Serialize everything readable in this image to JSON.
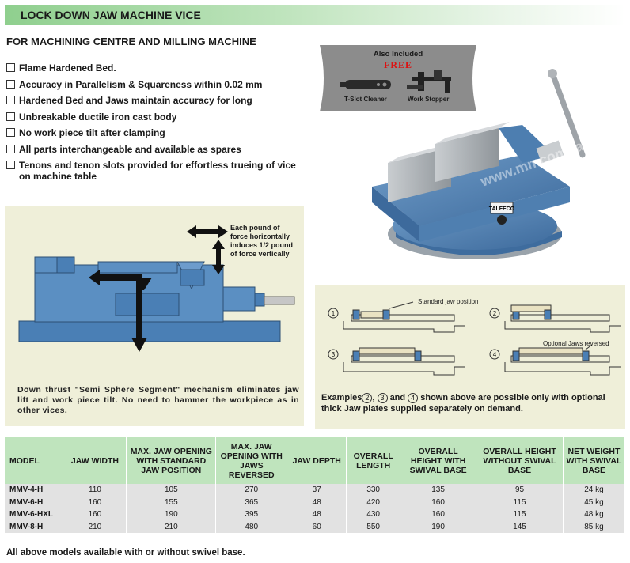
{
  "header": {
    "title": "LOCK DOWN JAW MACHINE VICE"
  },
  "subtitle": "FOR MACHINING CENTRE AND MILLING MACHINE",
  "features": [
    "Flame Hardened Bed.",
    "Accuracy in Parallelism & Squareness within 0.02 mm",
    "Hardened Bed and Jaws maintain accuracy for long",
    "Unbreakable ductile iron cast body",
    "No work piece tilt after clamping",
    "All parts interchangeable and available as spares",
    "Tenons and tenon slots provided for effortless trueing of vice on machine table"
  ],
  "free_banner": {
    "title": "Also Included",
    "free": "FREE",
    "item1": "T-Slot Cleaner",
    "item2": "Work Stopper"
  },
  "product_photo": {
    "brand_plate": "TALFECO",
    "watermark": "www.mmcompany.in"
  },
  "force_diagram": {
    "note": "Each pound of force horizontally induces 1/2 pound of force vertically",
    "caption": "Down thrust \"Semi Sphere Segment\" mechanism eliminates jaw lift and work piece tilt. No need to hammer the workpiece as in other vices."
  },
  "jaw_diagram": {
    "labels": [
      "1",
      "2",
      "3",
      "4"
    ],
    "standard_label": "Standard jaw position",
    "optional_label": "Optional Jaws reversed",
    "caption_pre": "Examples",
    "caption_and": "and",
    "caption_post": "shown above are possible only with optional thick Jaw plates supplied separately on demand."
  },
  "table": {
    "headers": [
      "MODEL",
      "JAW WIDTH",
      "MAX. JAW OPENING WITH STANDARD JAW POSITION",
      "MAX. JAW OPENING WITH JAWS REVERSED",
      "JAW DEPTH",
      "OVERALL LENGTH",
      "OVERALL HEIGHT WITH SWIVAL BASE",
      "OVERALL HEIGHT WITHOUT SWIVAL BASE",
      "NET WEIGHT WITH SWIVAL BASE"
    ],
    "rows": [
      [
        "MMV-4-H",
        "110",
        "105",
        "270",
        "37",
        "330",
        "135",
        "95",
        "24 kg"
      ],
      [
        "MMV-6-H",
        "160",
        "155",
        "365",
        "48",
        "420",
        "160",
        "115",
        "45 kg"
      ],
      [
        "MMV-6-HXL",
        "160",
        "190",
        "395",
        "48",
        "430",
        "160",
        "115",
        "48 kg"
      ],
      [
        "MMV-8-H",
        "210",
        "210",
        "480",
        "60",
        "550",
        "190",
        "145",
        "85 kg"
      ]
    ]
  },
  "footnote": "All above models available with or without swivel base.",
  "colors": {
    "header_green": "#8fcf8e",
    "table_head": "#bfe4bd",
    "vice_blue": "#4a7fb5",
    "panel_bg": "#efefd9"
  }
}
